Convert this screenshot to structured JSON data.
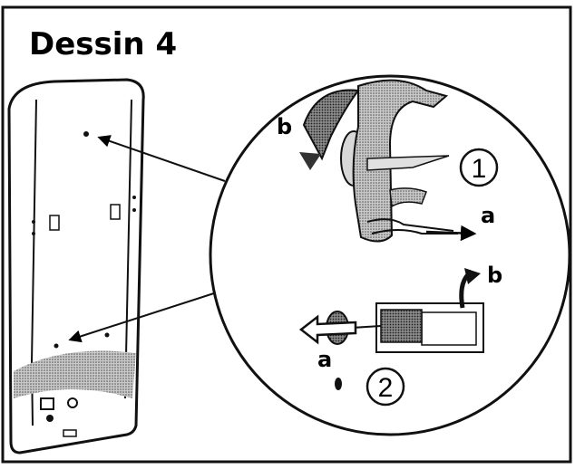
{
  "figure": {
    "title": "Dessin 4",
    "steps": [
      {
        "number": "1",
        "label_a": "a",
        "label_b": "b"
      },
      {
        "number": "2",
        "label_a": "a",
        "label_b": "b"
      }
    ]
  }
}
